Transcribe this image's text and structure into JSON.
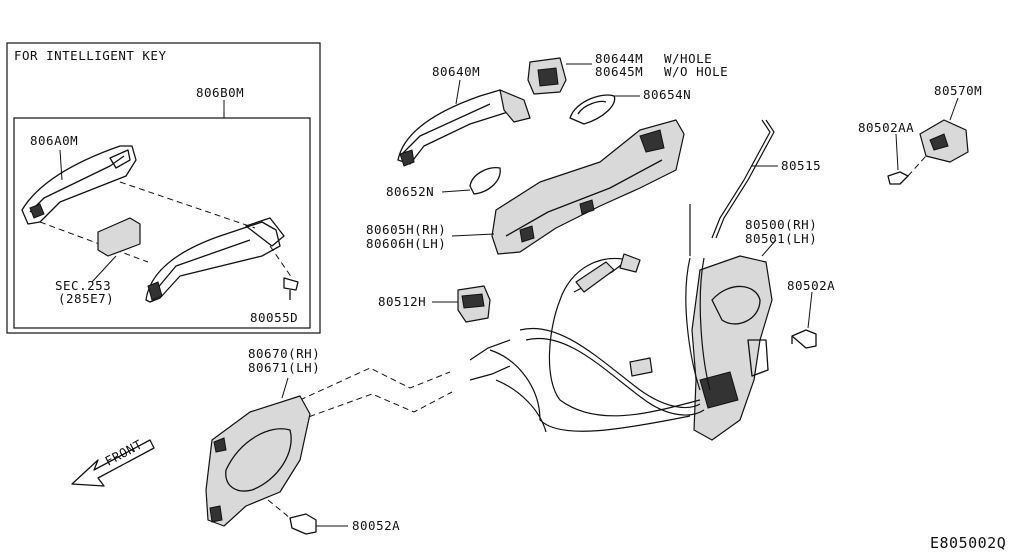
{
  "inset_title": "FOR INTELLIGENT KEY",
  "labels": {
    "p806B0M": "806B0M",
    "p806A0M": "806A0M",
    "sec_line1": "SEC.253",
    "sec_line2": "(285E7)",
    "p80055D": "80055D",
    "p80640M": "80640M",
    "p80644M": "80644M",
    "p80645M": "80645M",
    "w_hole": "W/HOLE",
    "wo_hole": "W/O HOLE",
    "p80654N": "80654N",
    "p80652N": "80652N",
    "p80515": "80515",
    "p80605H": "80605H(RH)",
    "p80606H": "80606H(LH)",
    "p80570M": "80570M",
    "p80502AA": "80502AA",
    "p80500": "80500(RH)",
    "p80501": "80501(LH)",
    "p80502A": "80502A",
    "p80512H": "80512H",
    "p80670": "80670(RH)",
    "p80671": "80671(LH)",
    "p80052A": "80052A",
    "front": "FRONT"
  },
  "diagram_code": "E805002Q"
}
